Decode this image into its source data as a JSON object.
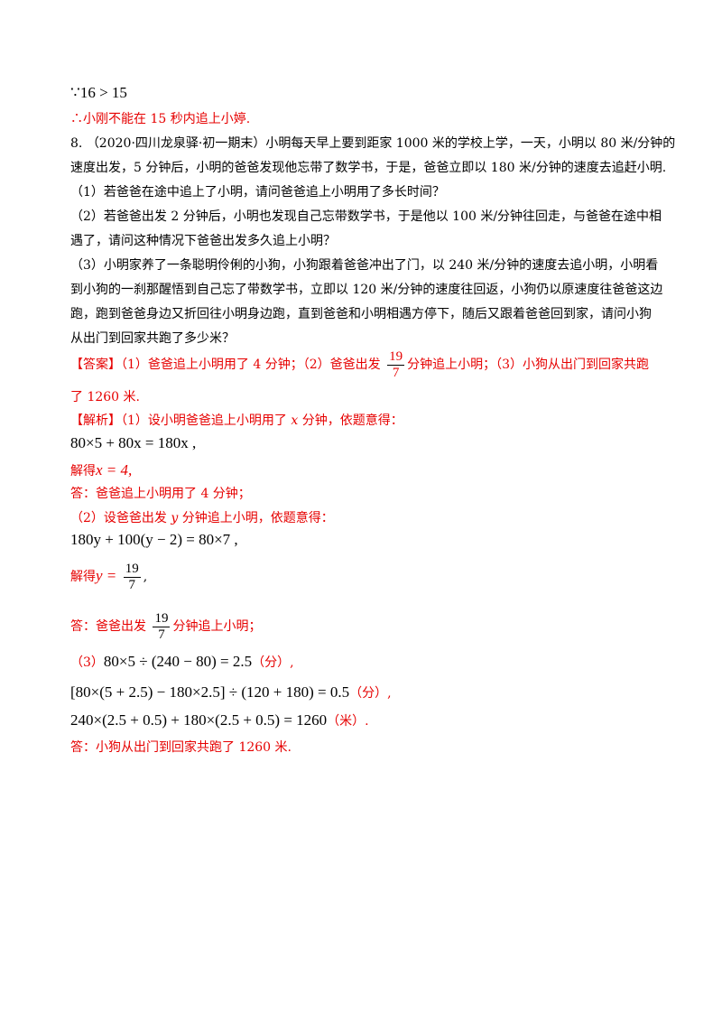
{
  "prev": {
    "because_line": "∵16 > 15",
    "therefore_line": "∴小刚不能在 15 秒内追上小婷."
  },
  "problem": {
    "number": "8.",
    "source": "（2020·四川龙泉驿·初一期末）",
    "intro_1": "小明每天早上要到距家 1000 米的学校上学，一天，小明以 80 米/分钟的",
    "intro_2": "速度出发，5 分钟后，小明的爸爸发现他忘带了数学书，于是，爸爸立即以 180 米/分钟的速度去追赶小明.",
    "q1": "（1）若爸爸在途中追上了小明，请问爸爸追上小明用了多长时间？",
    "q2_a": "（2）若爸爸出发 2 分钟后，小明也发现自己忘带数学书，于是他以 100 米/分钟往回走，与爸爸在途中相",
    "q2_b": "遇了，请问这种情况下爸爸出发多久追上小明？",
    "q3_a": "（3）小明家养了一条聪明伶俐的小狗，小狗跟着爸爸冲出了门，以 240 米/分钟的速度去追小明，小明看",
    "q3_b": "到小狗的一刹那醒悟到自己忘了带数学书，立即以 120 米/分钟的速度往回返，小狗仍以原速度往爸爸这边",
    "q3_c": "跑，跑到爸爸身边又折回往小明身边跑，直到爸爸和小明相遇方停下，随后又跟着爸爸回到家，请问小狗",
    "q3_d": "从出门到回家共跑了多少米？"
  },
  "answer": {
    "tag": "【答案】",
    "a1": "（1）爸爸追上小明用了 4 分钟；（2）爸爸出发",
    "frac_num": "19",
    "frac_den": "7",
    "a2": "分钟追上小明；（3）小狗从出门到回家共跑",
    "a3": "了 1260 米."
  },
  "analysis": {
    "tag": "【解析】",
    "s1_head_pre": "（1）设小明爸爸追上小明用了",
    "s1_var": "x",
    "s1_head_post": "分钟，依题意得：",
    "eq1": "80×5 + 80x = 180x ,",
    "solve1_pre": "解得",
    "solve1_val": "x = 4,",
    "ans1": "答：爸爸追上小明用了 4 分钟；",
    "s2_head_pre": "（2）设爸爸出发",
    "s2_var": "y",
    "s2_head_post": "分钟追上小明，依题意得：",
    "eq2": "180y + 100(y − 2) = 80×7 ,",
    "solve2_pre": "解得",
    "solve2_var": "y =",
    "solve2_num": "19",
    "solve2_den": "7",
    "solve2_post": ",",
    "ans2_pre": "答：爸爸出发",
    "ans2_num": "19",
    "ans2_den": "7",
    "ans2_post": "分钟追上小明；",
    "s3_label": "（3）",
    "eq3": "80×5 ÷ (240 − 80) = 2.5",
    "eq3_unit": "（分）,",
    "eq4": "[80×(5 + 2.5) − 180×2.5] ÷ (120 + 180) = 0.5",
    "eq4_unit": "（分）,",
    "eq5": "240×(2.5 + 0.5) + 180×(2.5 + 0.5) = 1260",
    "eq5_unit": "（米）.",
    "ans3": "答：小狗从出门到回家共跑了 1260 米."
  }
}
